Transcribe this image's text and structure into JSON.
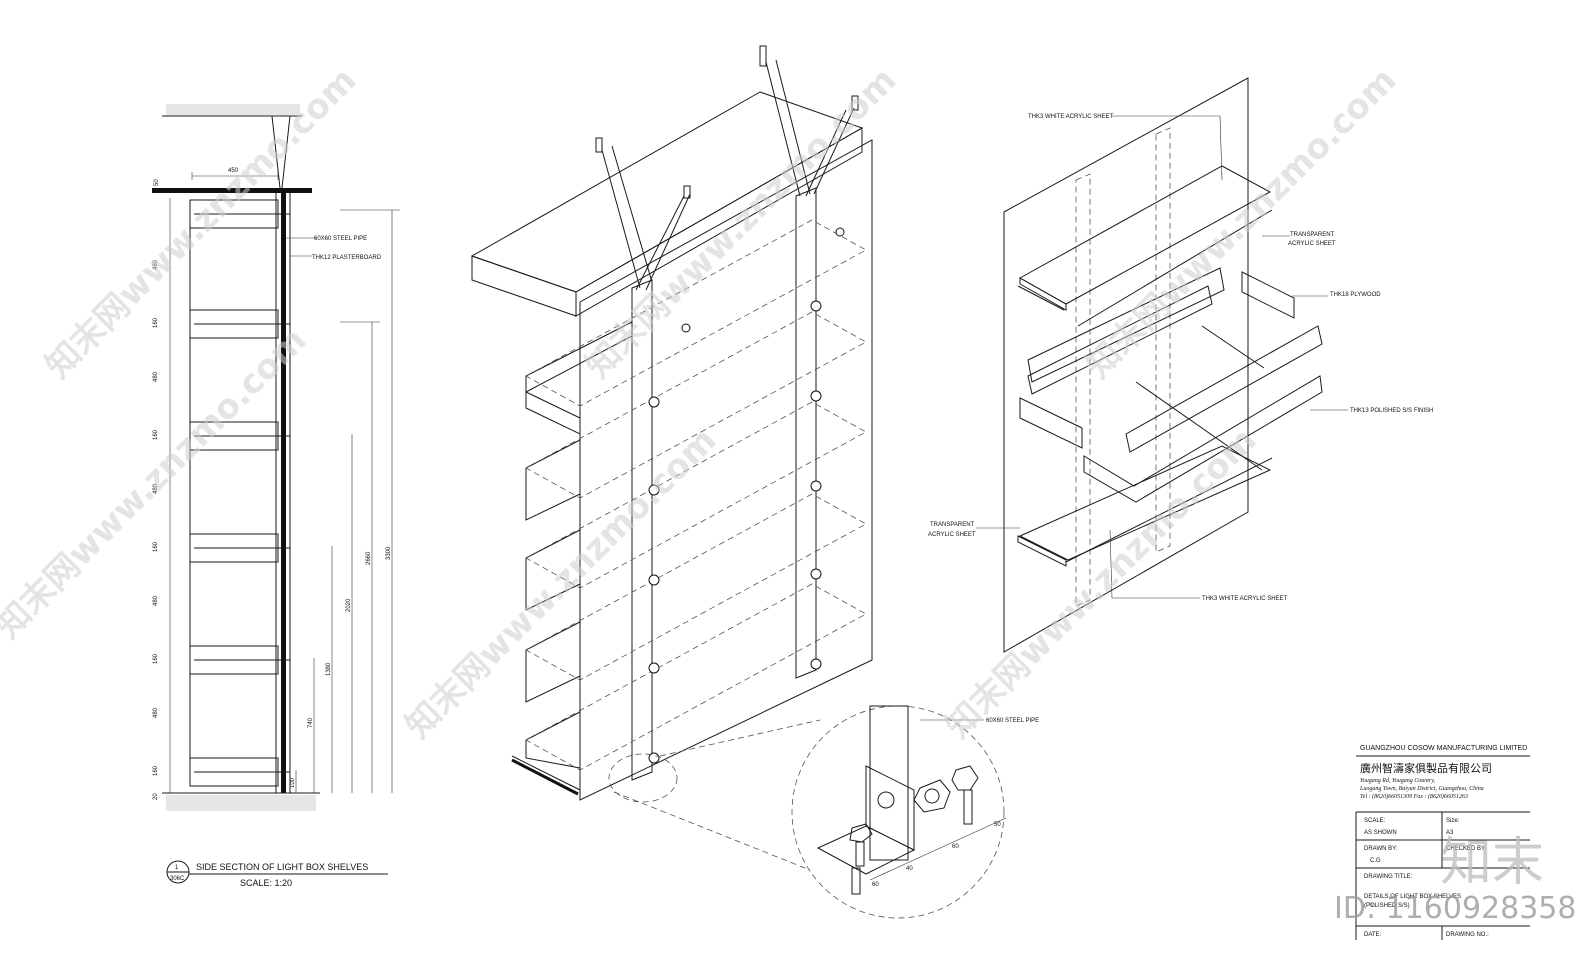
{
  "left_section": {
    "width_dim": "450",
    "top_dim": "50",
    "vertical_dims": [
      "480",
      "160",
      "480",
      "160",
      "480",
      "160",
      "480",
      "160",
      "480",
      "160",
      "20"
    ],
    "right_dims": [
      "3300",
      "2660",
      "2020",
      "1380",
      "740",
      "100"
    ],
    "pipe_label": "60X60 STEEL PIPE",
    "board_label": "THK12 PLASTERBOARD",
    "title": "SIDE SECTION OF LIGHT BOX SHELVES",
    "scale": "SCALE: 1:20",
    "callout_num": "1",
    "callout_ref": "306C"
  },
  "exploded": {
    "white_acrylic_top": "THK3 WHITE ACRYLIC SHEET",
    "transparent_acrylic_1a": "TRANSPARENT",
    "transparent_acrylic_1b": "ACRYLIC SHEET",
    "plywood": "THK18 PLYWOOD",
    "stainless": "THK13 POLISHED S/S FINISH",
    "transparent_acrylic_2a": "TRANSPARENT",
    "transparent_acrylic_2b": "ACRYLIC SHEET",
    "white_acrylic_bottom": "THK3 WHITE ACRYLIC SHEET"
  },
  "detail": {
    "pipe_label": "60X60 STEEL PIPE",
    "dims": [
      "60",
      "40",
      "60",
      "50"
    ]
  },
  "title_block": {
    "company_en": "GUANGZHOU COSOW MANUFACTURING LIMITED",
    "company_cn": "廣州智濤家俱製品有限公司",
    "addr1": "Yougang Rd, Yougang Country,",
    "addr2": "Luogang Town, Baiyun District, Guangzhou, China",
    "tel": "Tel : (8620)66051309   Fax : (8620)66051263",
    "scale_label": "SCALE:",
    "scale_value": "AS SHOWN",
    "size_label": "Size:",
    "size_value": "A3",
    "drawn_label": "DRAWN BY:",
    "drawn_value": "C.G",
    "checked_label": "CHECKED BY:",
    "drawing_title_label": "DRAWING TITLE:",
    "drawing_title_1": "DETAILS OF LIGHT BOX SHELVES",
    "drawing_title_2": "(POLISHED S/S)",
    "date_label": "DATE:",
    "drawing_no_label": "DRAWING NO.:"
  },
  "watermark": {
    "site": "知末网www.znzmo.com",
    "brand": "知末",
    "id": "ID: 1160928358"
  }
}
